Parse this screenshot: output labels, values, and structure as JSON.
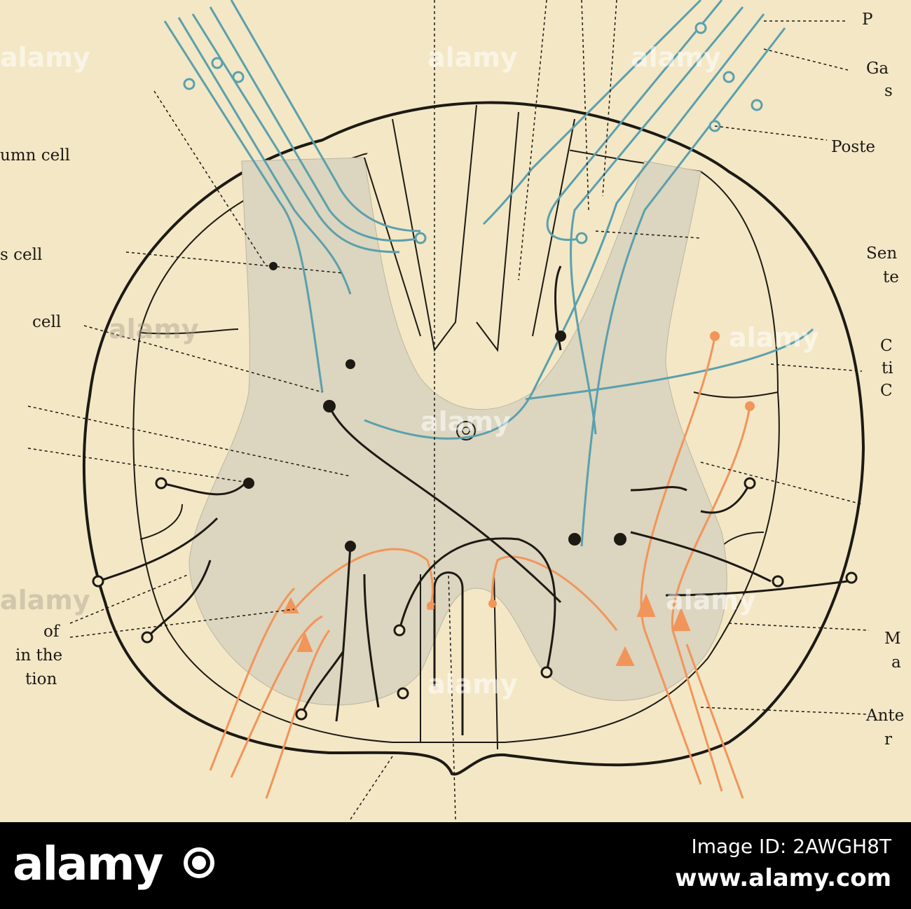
{
  "labels": {
    "top_right_1": "P",
    "top_right_2": "Ga",
    "top_right_3": "s",
    "top_right_4": "Poste",
    "left_1": "umn cell",
    "left_2": "s cell",
    "left_3": "cell",
    "right_1": "Sen",
    "right_2": "te",
    "right_3": "C",
    "right_4": "ti",
    "right_5": "C",
    "left_4": "of",
    "left_5": "in the",
    "left_6": "tion",
    "right_6": "M",
    "right_7": "a",
    "right_8": "Ante",
    "right_9": "r"
  },
  "watermark": {
    "text": "alamy"
  },
  "footer": {
    "brand": "alamy",
    "image_id": "Image ID: 2AWGH8T",
    "url": "www.alamy.com"
  },
  "colors": {
    "background": "#f3e7c6",
    "gray_matter": "#dcd5bf",
    "sensory_fibres": "#5aa0ad",
    "motor_fibres": "#f2955a",
    "outline": "#1d1a14",
    "footer": "#000000"
  }
}
